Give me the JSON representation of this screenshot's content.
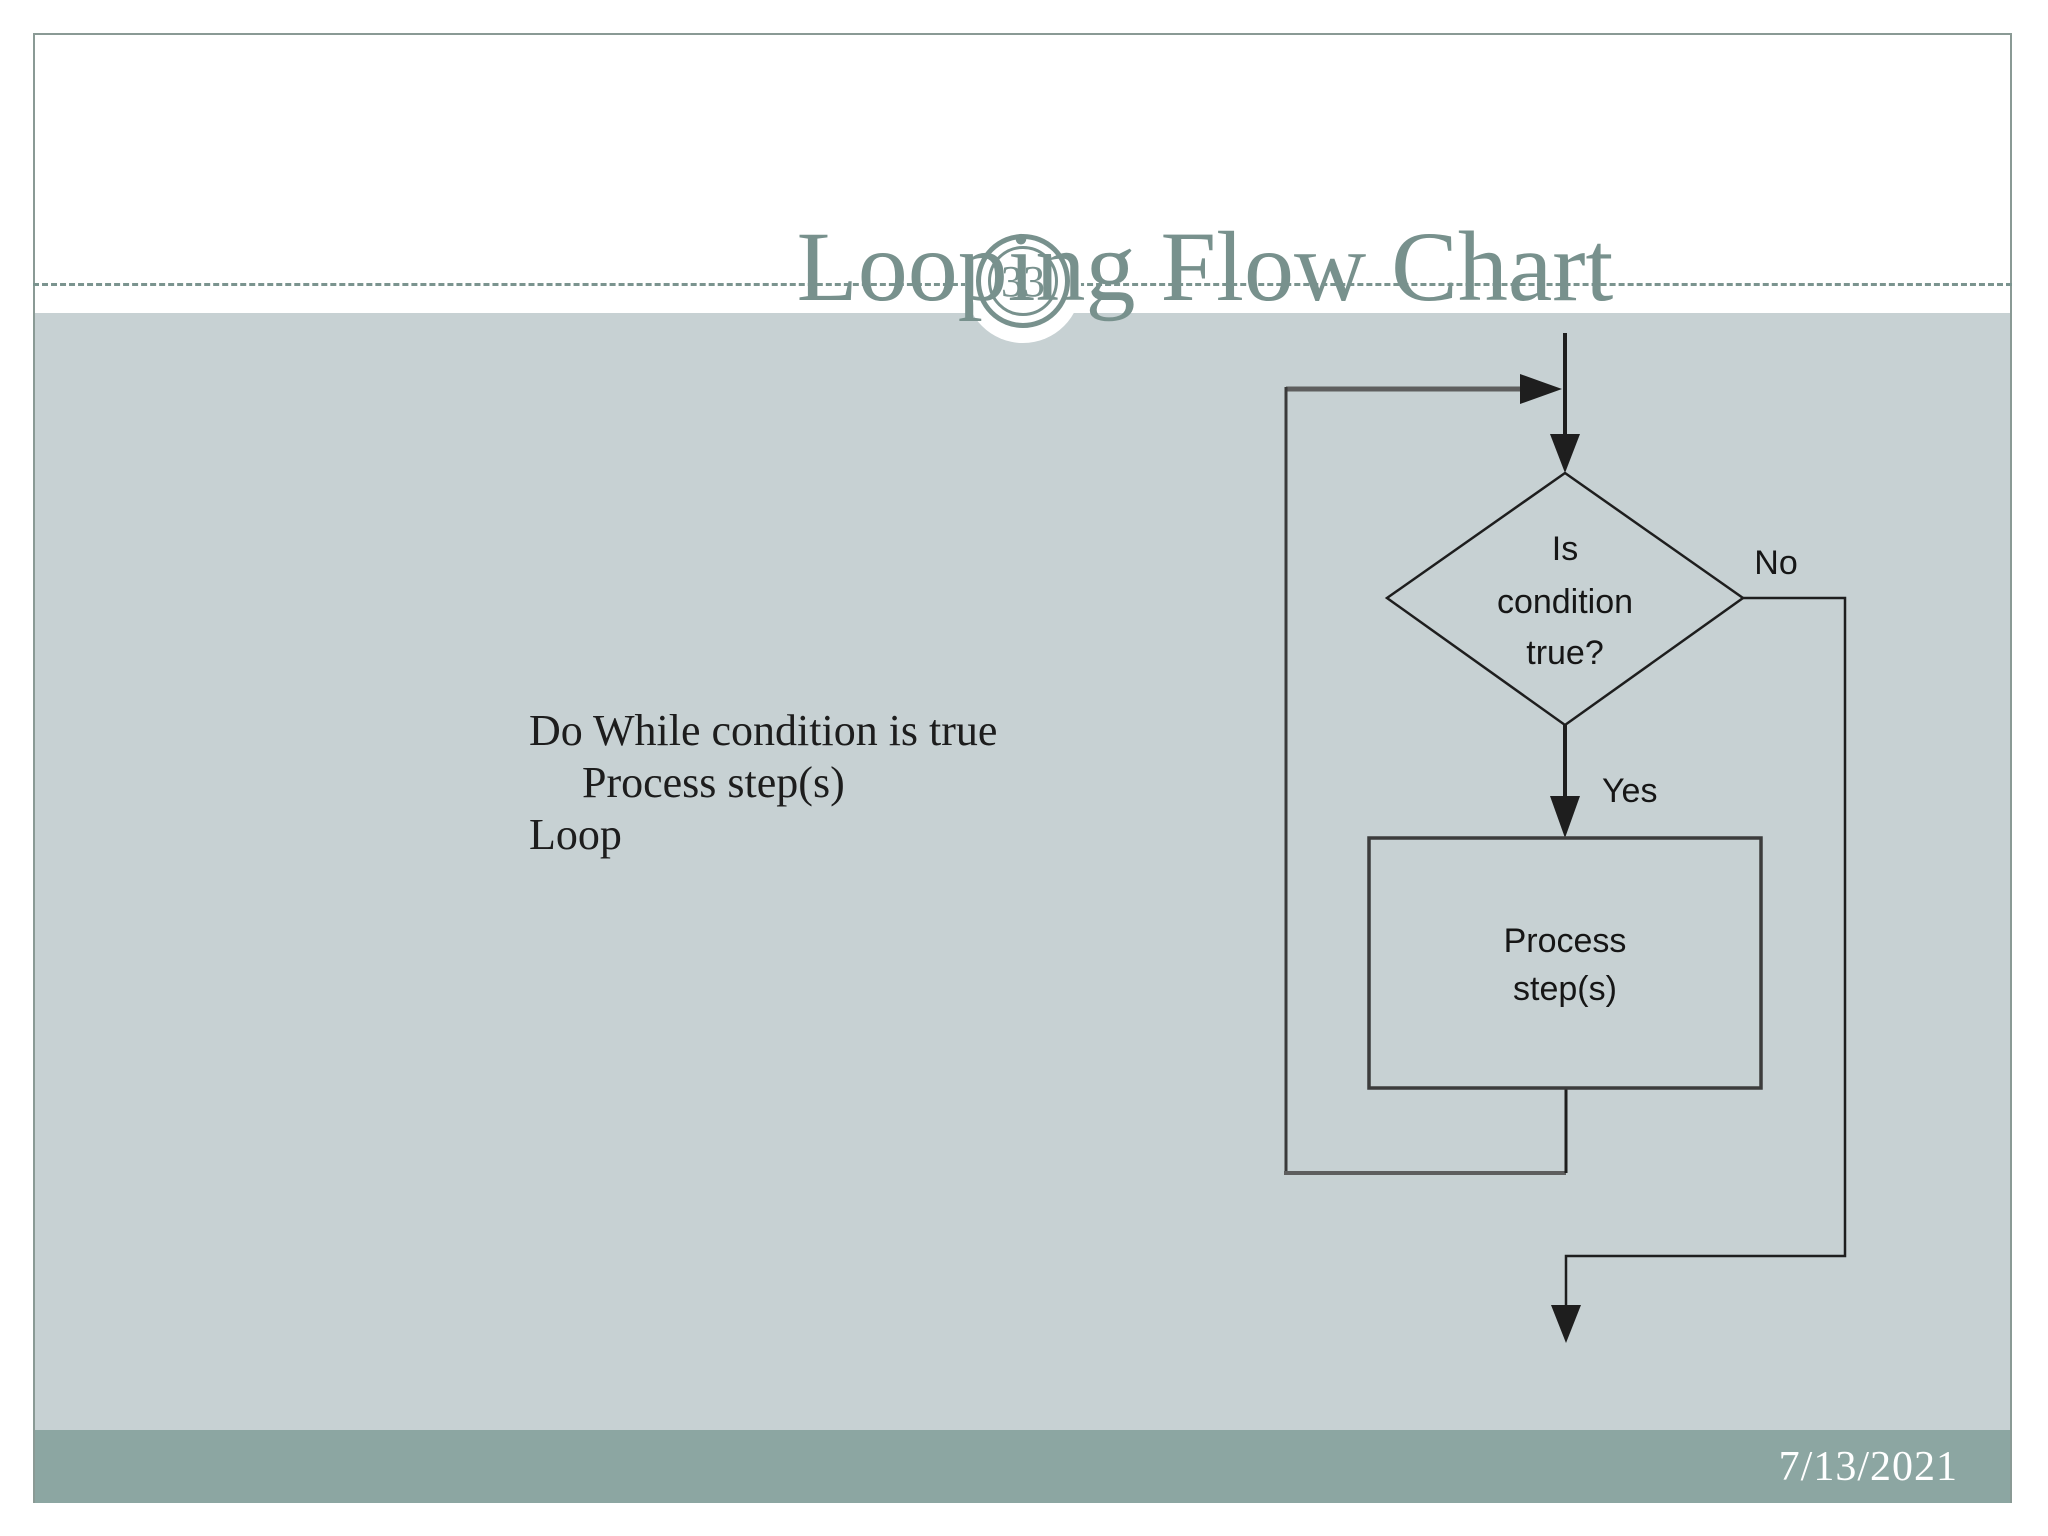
{
  "slide": {
    "title": "Looping Flow Chart",
    "slide_number": "33",
    "footer_date": "7/13/2021",
    "pseudocode": {
      "line1": "Do While condition is true",
      "line2": "Process step(s)",
      "line3": "Loop"
    }
  },
  "flowchart": {
    "decision": {
      "line1": "Is",
      "line2": "condition",
      "line3": "true?"
    },
    "process": {
      "line1": "Process",
      "line2": "step(s)"
    },
    "labels": {
      "no": "No",
      "yes": "Yes"
    }
  },
  "colors": {
    "accent_sage": "#78918d",
    "content_background": "#c7d1d3",
    "footer_background": "#8ca6a2",
    "frame_border": "#8a9a95",
    "flow_line_dark": "#1e1e1e",
    "flow_line_gray": "#5e5e5e",
    "date_text": "#ffffff"
  }
}
